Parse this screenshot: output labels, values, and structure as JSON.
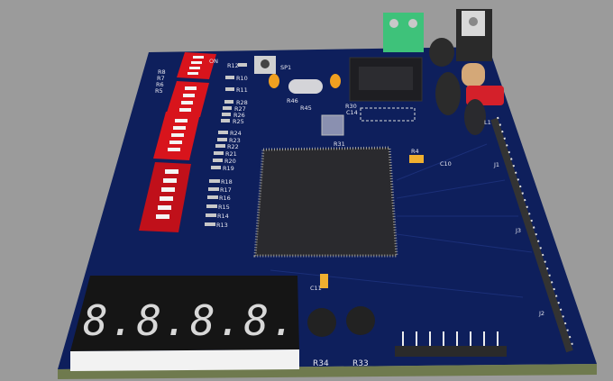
{
  "viewer": {
    "title": "PCB 3D View"
  },
  "colors": {
    "background": "#9b9b9b",
    "board": "#0e1f5c",
    "dip_switch": "#d8141c",
    "silkscreen": "#e8e8f0"
  },
  "display": {
    "digits": "8.8.8.8."
  },
  "labels": {
    "r8": "R8",
    "r7": "R7",
    "r6": "R6",
    "r5": "R5",
    "r12": "R12",
    "r10": "R10",
    "r11": "R11",
    "sp1": "SP1",
    "r28": "R28",
    "r27": "R27",
    "r26": "R26",
    "r25": "R25",
    "r24": "R24",
    "r23": "R23",
    "r22": "R22",
    "r21": "R21",
    "r20": "R20",
    "r19": "R19",
    "r18": "R18",
    "r17": "R17",
    "r16": "R16",
    "r15": "R15",
    "r14": "R14",
    "r13": "R13",
    "r46": "R46",
    "r45": "R45",
    "r30": "R30",
    "c14": "C14",
    "r31": "R31",
    "r4": "R4",
    "c10": "C10",
    "c11": "C11",
    "r34": "R34",
    "r33": "R33",
    "l1": "L1",
    "j1": "J1",
    "j2": "J2",
    "j3": "J3",
    "on": "ON"
  }
}
